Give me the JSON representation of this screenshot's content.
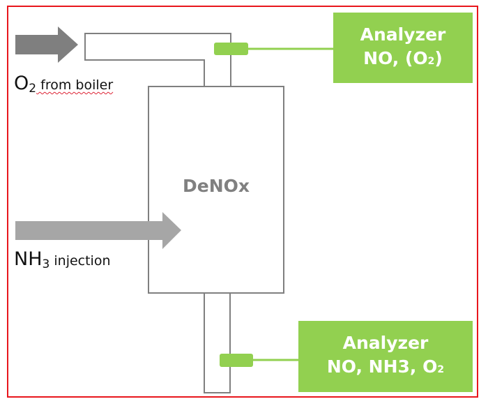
{
  "diagram": {
    "reactor_label": "DeNOx",
    "inputs": [
      {
        "main": "O",
        "sub": "2",
        "rest": " from boiler",
        "spellcheck_words": [
          "from",
          "boiler"
        ]
      },
      {
        "main": "NH",
        "sub": "3",
        "rest": " injection"
      }
    ],
    "analyzers": [
      {
        "title": "Analyzer",
        "line2_text": "NO, (O",
        "line2_sub": "2",
        "line2_after": ")",
        "position": "top"
      },
      {
        "title": "Analyzer",
        "line2_text": "NO, NH3, O",
        "line2_sub": "2",
        "line2_after": "",
        "position": "bottom"
      }
    ],
    "colors": {
      "frame": "#e8161c",
      "analyzer": "#92d050",
      "pipe": "#7f7f7f",
      "arrow_o2": "#7f7f7f",
      "arrow_nh3": "#a6a6a6",
      "reactor_text": "#808080"
    }
  }
}
